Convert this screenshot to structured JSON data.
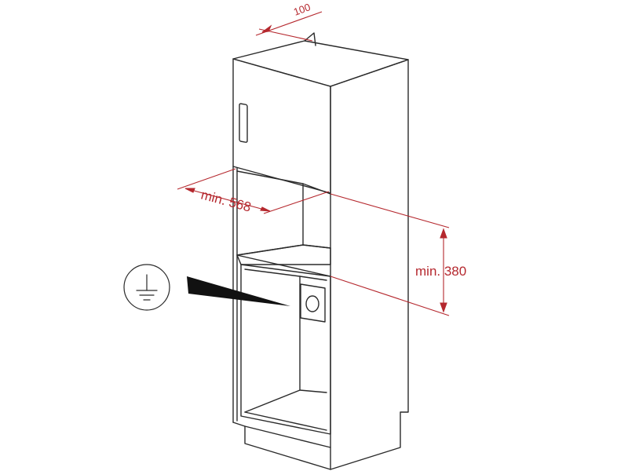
{
  "colors": {
    "outline": "#2a2a2a",
    "dimension": "#b5282e",
    "background": "#ffffff"
  },
  "dimensions": {
    "depth_gap": "100",
    "niche_width": "min. 568",
    "niche_height": "min. 380"
  },
  "icons": {
    "earth_symbol": "ground-symbol-icon",
    "pointer": "pointer-wedge-icon"
  }
}
